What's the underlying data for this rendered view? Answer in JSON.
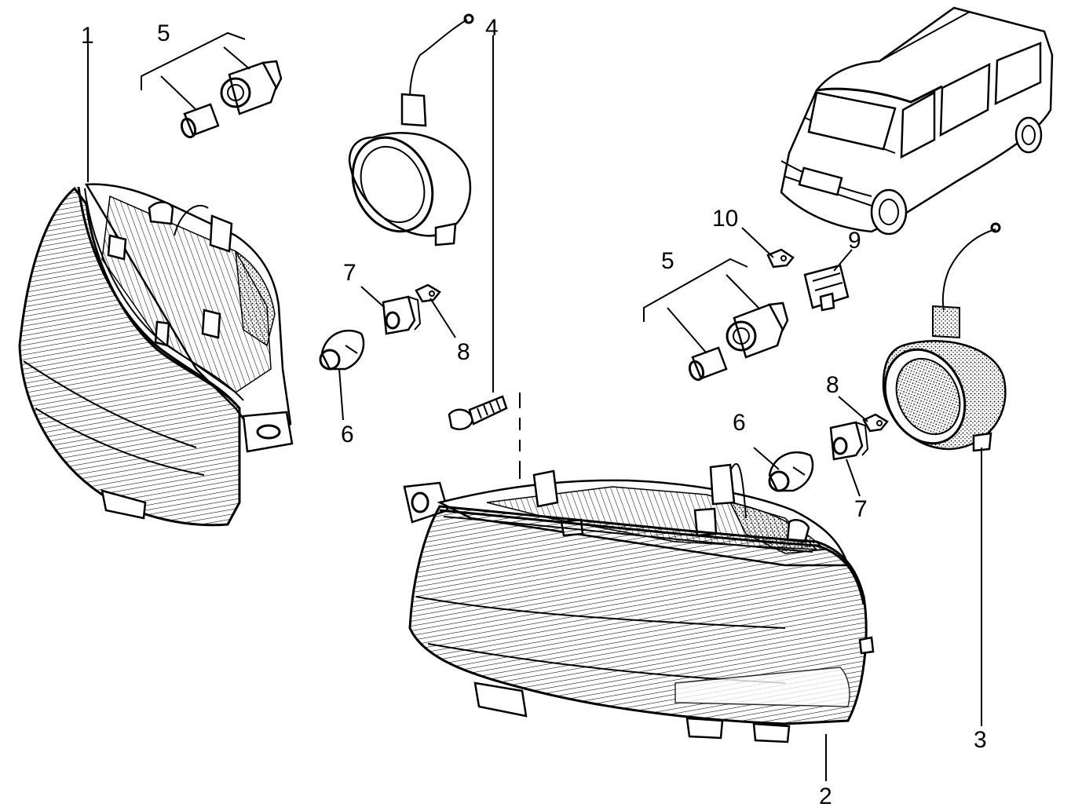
{
  "diagram": {
    "callouts": {
      "c1": "1",
      "c2": "2",
      "c3": "3",
      "c4": "4",
      "c5_left": "5",
      "c5_right": "5",
      "c6_left": "6",
      "c6_right": "6",
      "c7_left": "7",
      "c7_right": "7",
      "c8_left": "8",
      "c8_right": "8",
      "c9": "9",
      "c10": "10"
    }
  }
}
